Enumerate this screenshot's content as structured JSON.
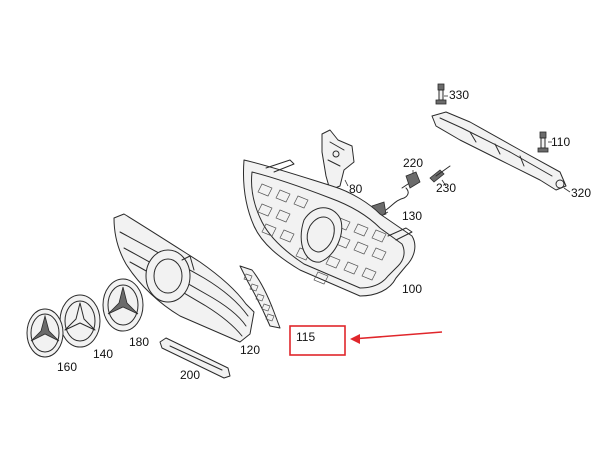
{
  "labels": {
    "p330": "330",
    "p110": "110",
    "p320": "320",
    "p220": "220",
    "p230": "230",
    "p80": "80",
    "p130": "130",
    "p100": "100",
    "p115": "115",
    "p120": "120",
    "p180": "180",
    "p140": "140",
    "p160": "160",
    "p200": "200"
  },
  "highlight": {
    "part_number": "115",
    "color": "#e0262b"
  }
}
